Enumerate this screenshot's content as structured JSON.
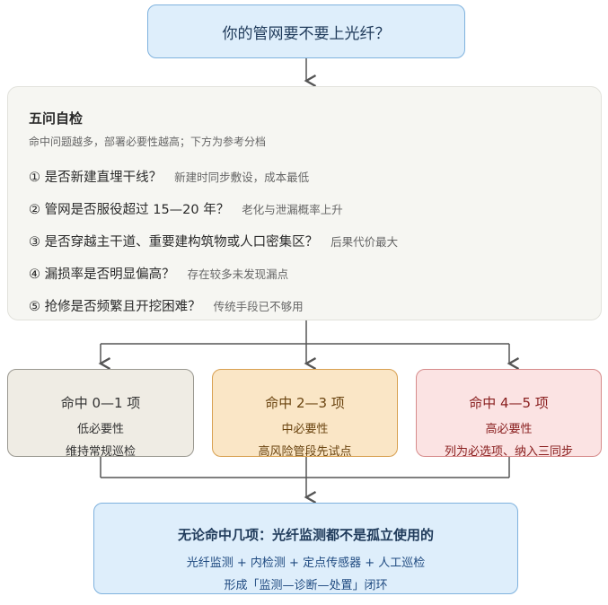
{
  "title": "你的管网要不要上光纤？",
  "checklist": {
    "title": "五问自检",
    "subtitle": "命中问题越多，部署必要性越高；下方为参考分档",
    "questions": [
      {
        "text": "① 是否新建直埋干线？",
        "note": "新建时同步敷设，成本最低"
      },
      {
        "text": "② 管网是否服役超过 15—20 年？",
        "note": "老化与泄漏概率上升"
      },
      {
        "text": "③ 是否穿越主干道、重要建构筑物或人口密集区？",
        "note": "后果代价最大"
      },
      {
        "text": "④ 漏损率是否明显偏高？",
        "note": "存在较多未发现漏点"
      },
      {
        "text": "⑤ 抢修是否频繁且开挖困难？",
        "note": "传统手段已不够用"
      }
    ]
  },
  "results": {
    "low": {
      "title": "命中 0—1 项",
      "level": "低必要性",
      "desc": "维持常规巡检"
    },
    "mid": {
      "title": "命中 2—3 项",
      "level": "中必要性",
      "desc": "高风险管段先试点"
    },
    "high": {
      "title": "命中 4—5 项",
      "level": "高必要性",
      "desc": "列为必选项、纳入三同步"
    }
  },
  "conclusion": {
    "title": "无论命中几项：光纤监测都不是孤立使用的",
    "line1": "光纤监测 + 内检测 + 定点传感器 + 人工巡检",
    "line2": "形成「监测—诊断—处置」闭环"
  },
  "colors": {
    "connector": "#555555",
    "blue_fill": "#deeefb",
    "blue_border": "#7fb2de",
    "mid_fill": "#fae6c6",
    "high_fill": "#fbe3e3"
  }
}
